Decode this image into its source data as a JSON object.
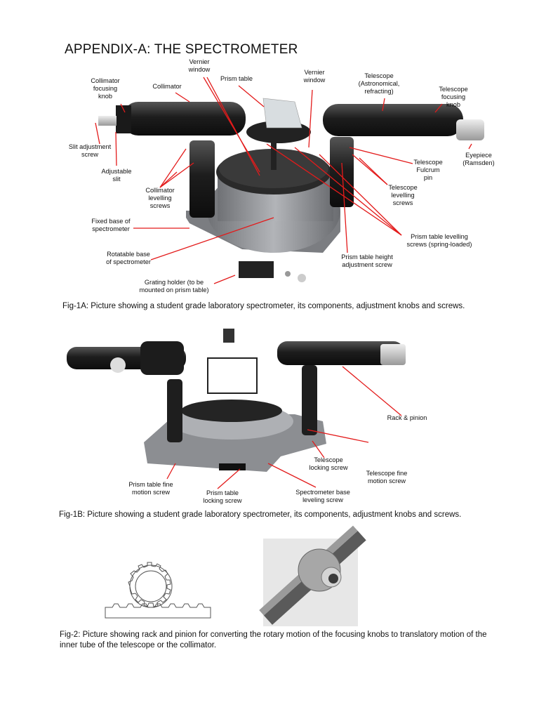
{
  "title": "APPENDIX-A: THE SPECTROMETER",
  "fig1a": {
    "labels": {
      "vernier_window_left": "Vernier\nwindow",
      "prism_table": "Prism table",
      "vernier_window_right": "Vernier\nwindow",
      "telescope": "Telescope\n(Astronomical,\nrefracting)",
      "telescope_focusing_knob": "Telescope\nfocusing\nknob",
      "collimator_focusing_knob": "Collimator\nfocusing\nknob",
      "collimator": "Collimator",
      "slit_adjustment_screw": "Slit adjustment\nscrew",
      "adjustable_slit": "Adjustable\nslit",
      "eyepiece": "Eyepiece\n(Ramsden)",
      "telescope_fulcrum_pin": "Telescope\nFulcrum\npin",
      "telescope_levelling_screws": "Telescope\nlevelling\nscrews",
      "collimator_levelling_screws": "Collimator\nlevelling\nscrews",
      "fixed_base": "Fixed base of\nspectrometer",
      "prism_table_levelling_screws": "Prism table levelling\nscrews (spring-loaded)",
      "rotatable_base": "Rotatable base\nof spectrometer",
      "prism_table_height_screw": "Prism table height\nadjustment screw",
      "grating_holder": "Grating holder (to be\nmounted on prism table)"
    },
    "caption": "Fig-1A: Picture showing a student grade laboratory spectrometer, its components, adjustment knobs and screws."
  },
  "fig1b": {
    "labels": {
      "rack_pinion": "Rack & pinion",
      "telescope_locking_screw": "Telescope\nlocking screw",
      "telescope_fine_motion": "Telescope fine\nmotion screw",
      "prism_table_fine_motion": "Prism table fine\nmotion screw",
      "prism_table_locking": "Prism table\nlocking screw",
      "base_leveling": "Spectrometer base\nleveling screw"
    },
    "caption": "Fig-1B: Picture showing a student grade laboratory spectrometer, its components, adjustment knobs and screws."
  },
  "fig2": {
    "caption": "Fig-2: Picture showing rack and pinion for converting the rotary motion of the focusing knobs to translatory motion of the inner tube of the telescope or the collimator."
  },
  "colors": {
    "leader": "#e31b1b",
    "metal_dark": "#1c1c1c",
    "metal_grey": "#8e9094"
  }
}
